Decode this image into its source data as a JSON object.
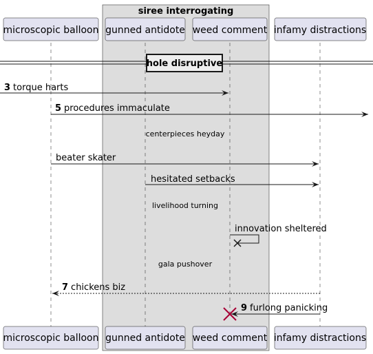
{
  "box": {
    "title": "siree interrogating"
  },
  "participants": [
    {
      "label": "microscopic balloon"
    },
    {
      "label": "gunned antidote"
    },
    {
      "label": "weed comment"
    },
    {
      "label": "infamy distractions"
    }
  ],
  "divider": {
    "label": "hole disruptive"
  },
  "messages": [
    {
      "num": "3",
      "text": "torque harts"
    },
    {
      "num": "5",
      "text": "procedures immaculate"
    },
    {
      "num": "",
      "text": "beater skater"
    },
    {
      "num": "",
      "text": "hesitated setbacks"
    },
    {
      "num": "",
      "text": "innovation sheltered"
    },
    {
      "num": "7",
      "text": "chickens biz"
    },
    {
      "num": "9",
      "text": "furlong panicking"
    }
  ],
  "delays": [
    {
      "text": "centerpieces heyday"
    },
    {
      "text": "livelihood turning"
    },
    {
      "text": "gala pushover"
    }
  ],
  "colors": {
    "participant_fill": "#e2e2f0",
    "box_fill": "#dddddd",
    "destroy_mark": "#a80036",
    "line": "#181818"
  }
}
